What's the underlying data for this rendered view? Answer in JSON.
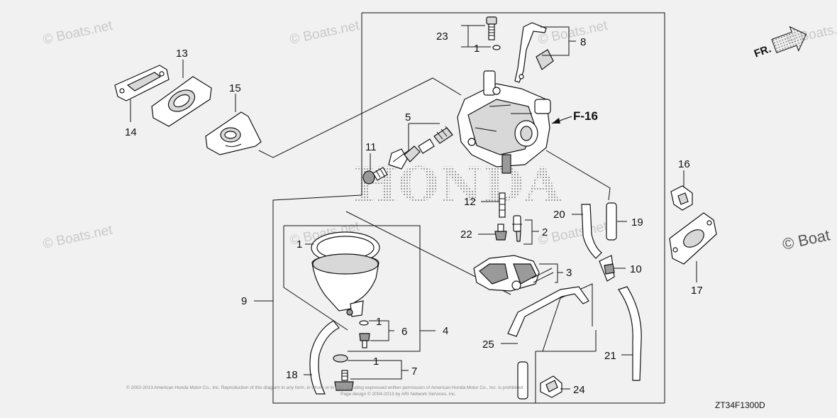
{
  "watermarks": {
    "site": "© Boats.net",
    "site_cut": "© Boat",
    "brand": "HONDA"
  },
  "direction_arrow": {
    "label": "FR."
  },
  "callouts": {
    "c23": "23",
    "c1a": "1",
    "c8": "8",
    "c13": "13",
    "c14": "14",
    "c15": "15",
    "c5": "5",
    "c11": "11",
    "c12": "12",
    "c22": "22",
    "c2": "2",
    "c3": "3",
    "c20": "20",
    "c19": "19",
    "c10": "10",
    "c16": "16",
    "c17": "17",
    "c1b": "1",
    "c9": "9",
    "c1c": "1",
    "c6": "6",
    "c4": "4",
    "c1d": "1",
    "c7": "7",
    "c18": "18",
    "c25": "25",
    "c21": "21",
    "c24": "24"
  },
  "reference": {
    "label": "F-16"
  },
  "diagram_code": "ZT34F1300D",
  "copyright_lines": [
    "© 2002-2013 American Honda Motor Co., Inc. Reproduction of this diagram in any form, in whole or in part, including expressed written permission of American Honda Motor Co., Inc. is prohibited.",
    "Page design © 2004-2013 by ARI Network Services, Inc."
  ]
}
